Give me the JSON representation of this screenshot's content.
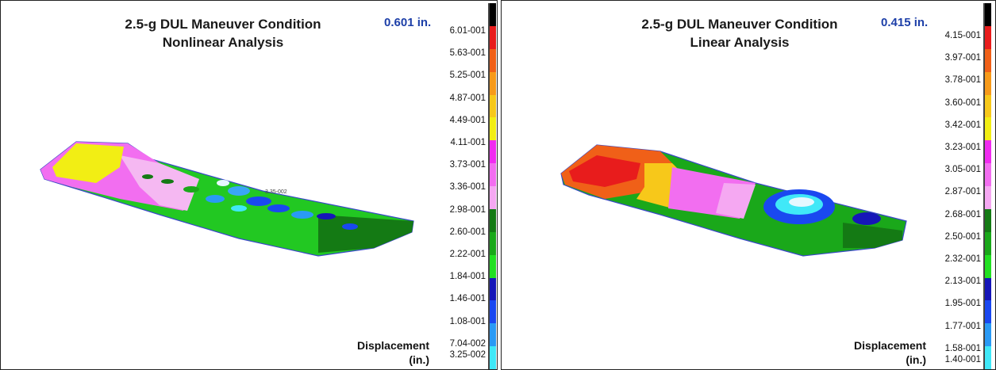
{
  "panels": [
    {
      "title_line1": "2.5-g DUL Maneuver Condition",
      "title_line2": "Nonlinear Analysis",
      "peak": "0.601 in.",
      "probe_label": "3.35-002",
      "legend_title_line1": "Displacement",
      "legend_title_line2": "(in.)",
      "ticks": [
        "6.01-001",
        "5.63-001",
        "5.25-001",
        "4.87-001",
        "4.49-001",
        "4.11-001",
        "3.73-001",
        "3.36-001",
        "2.98-001",
        "2.60-001",
        "2.22-001",
        "1.84-001",
        "1.46-001",
        "1.08-001",
        "7.04-002",
        "3.25-002"
      ]
    },
    {
      "title_line1": "2.5-g DUL Maneuver Condition",
      "title_line2": "Linear Analysis",
      "peak": "0.415 in.",
      "legend_title_line1": "Displacement",
      "legend_title_line2": "(in.)",
      "ticks": [
        "4.15-001",
        "3.97-001",
        "3.78-001",
        "3.60-001",
        "3.42-001",
        "3.23-001",
        "3.05-001",
        "2.87-001",
        "2.68-001",
        "2.50-001",
        "2.32-001",
        "2.13-001",
        "1.95-001",
        "1.77-001",
        "1.58-001",
        "1.40-001"
      ]
    }
  ],
  "colorbar_colors": [
    "#000000",
    "#e81c1c",
    "#f06018",
    "#f79a1a",
    "#f7c81a",
    "#f2ee14",
    "#f02cf0",
    "#f26ef0",
    "#f5a8f2",
    "#147a14",
    "#1aa81a",
    "#22e022",
    "#1616b8",
    "#1a48f0",
    "#2a9af5",
    "#40e8f8"
  ]
}
